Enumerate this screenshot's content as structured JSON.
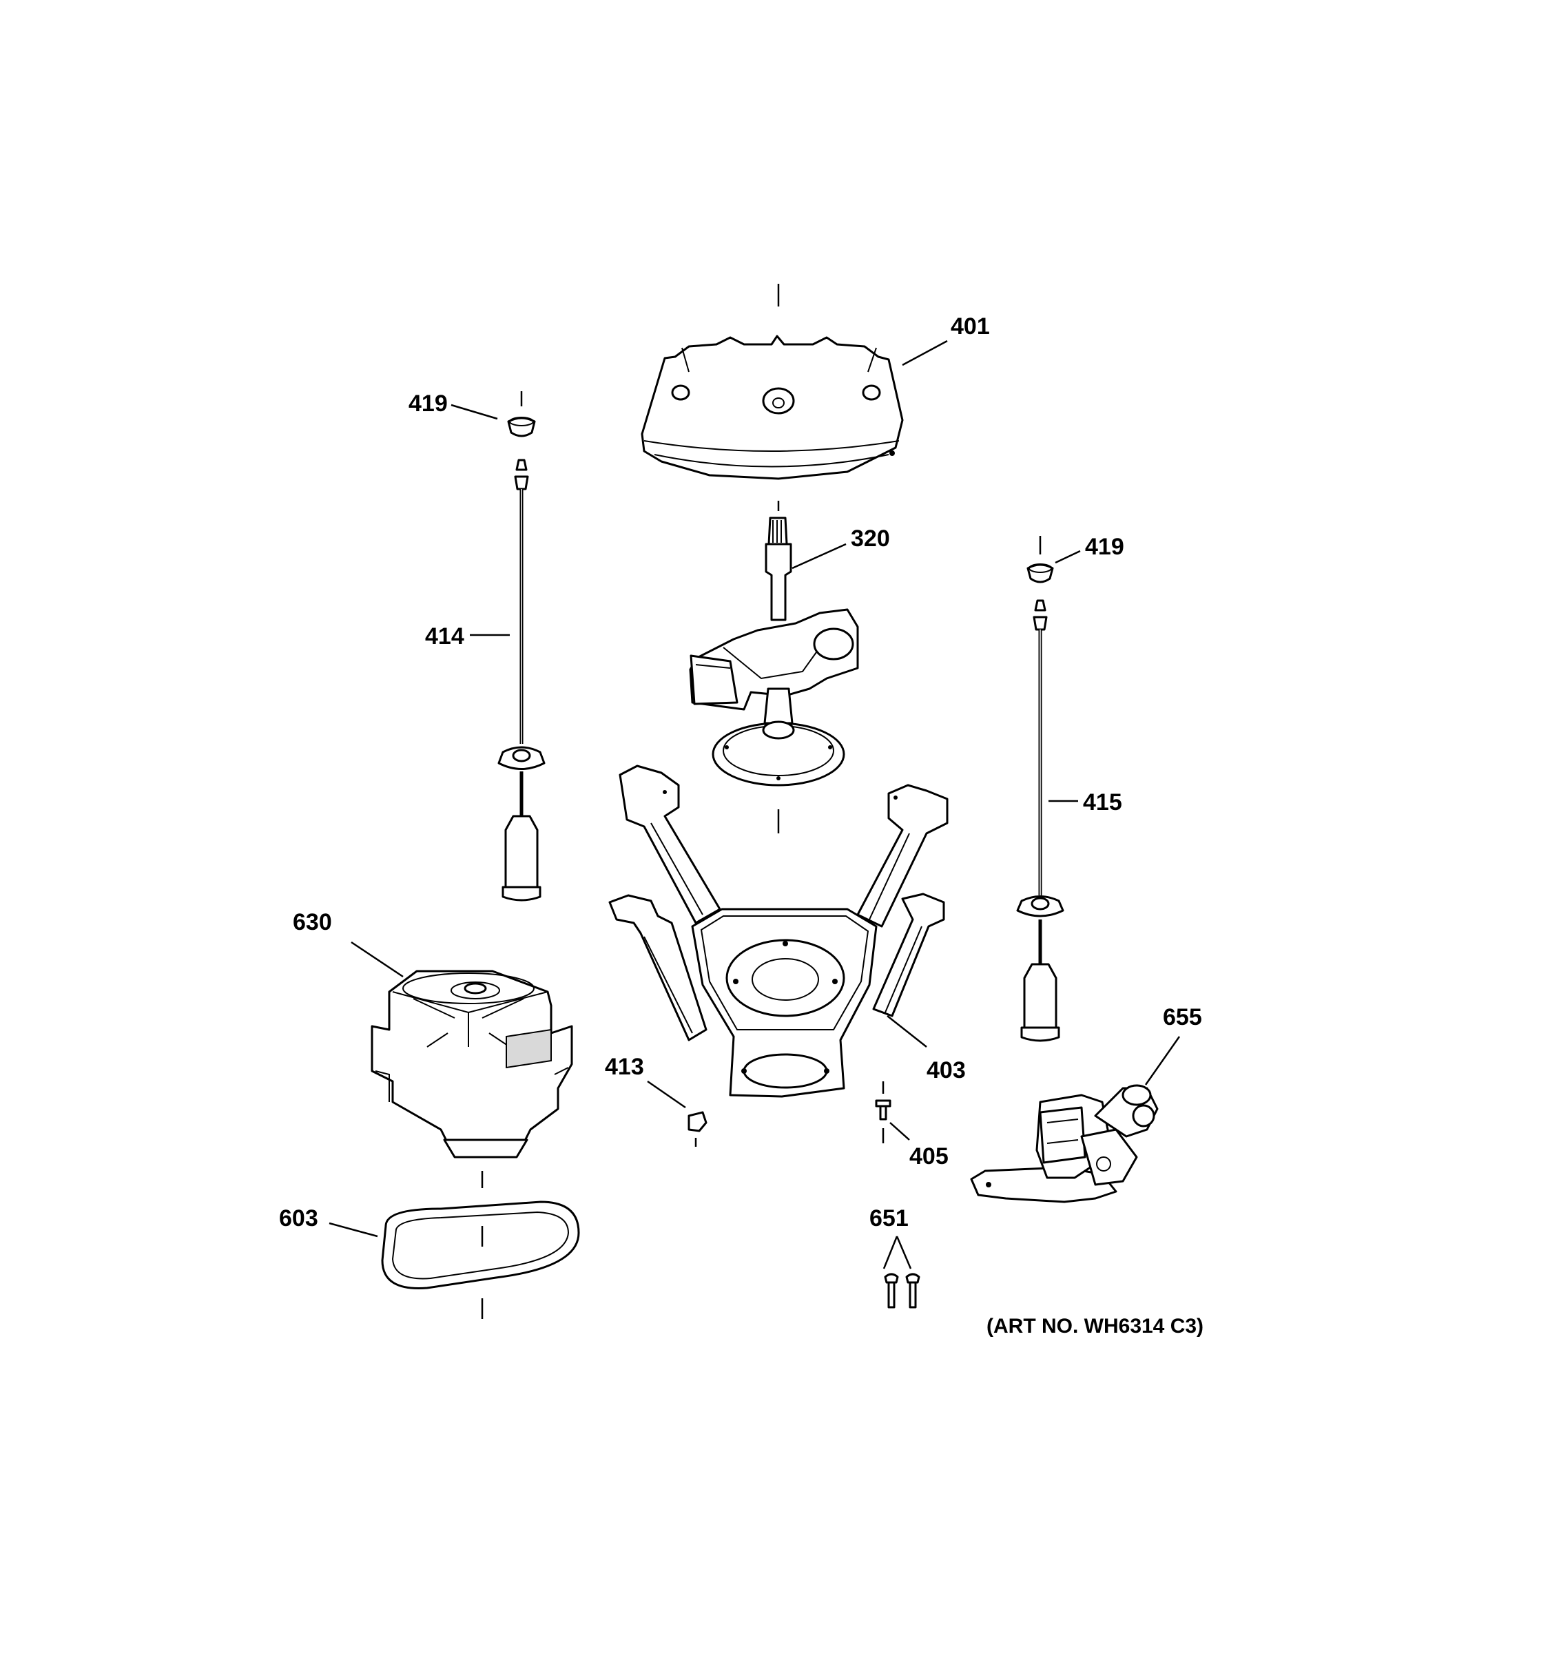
{
  "diagram": {
    "callouts": {
      "c401": "401",
      "c419a": "419",
      "c419b": "419",
      "c320": "320",
      "c414": "414",
      "c415": "415",
      "c630": "630",
      "c403": "403",
      "c413": "413",
      "c405": "405",
      "c655": "655",
      "c603": "603",
      "c651": "651"
    },
    "art_number": "(ART NO. WH6314 C3)"
  }
}
